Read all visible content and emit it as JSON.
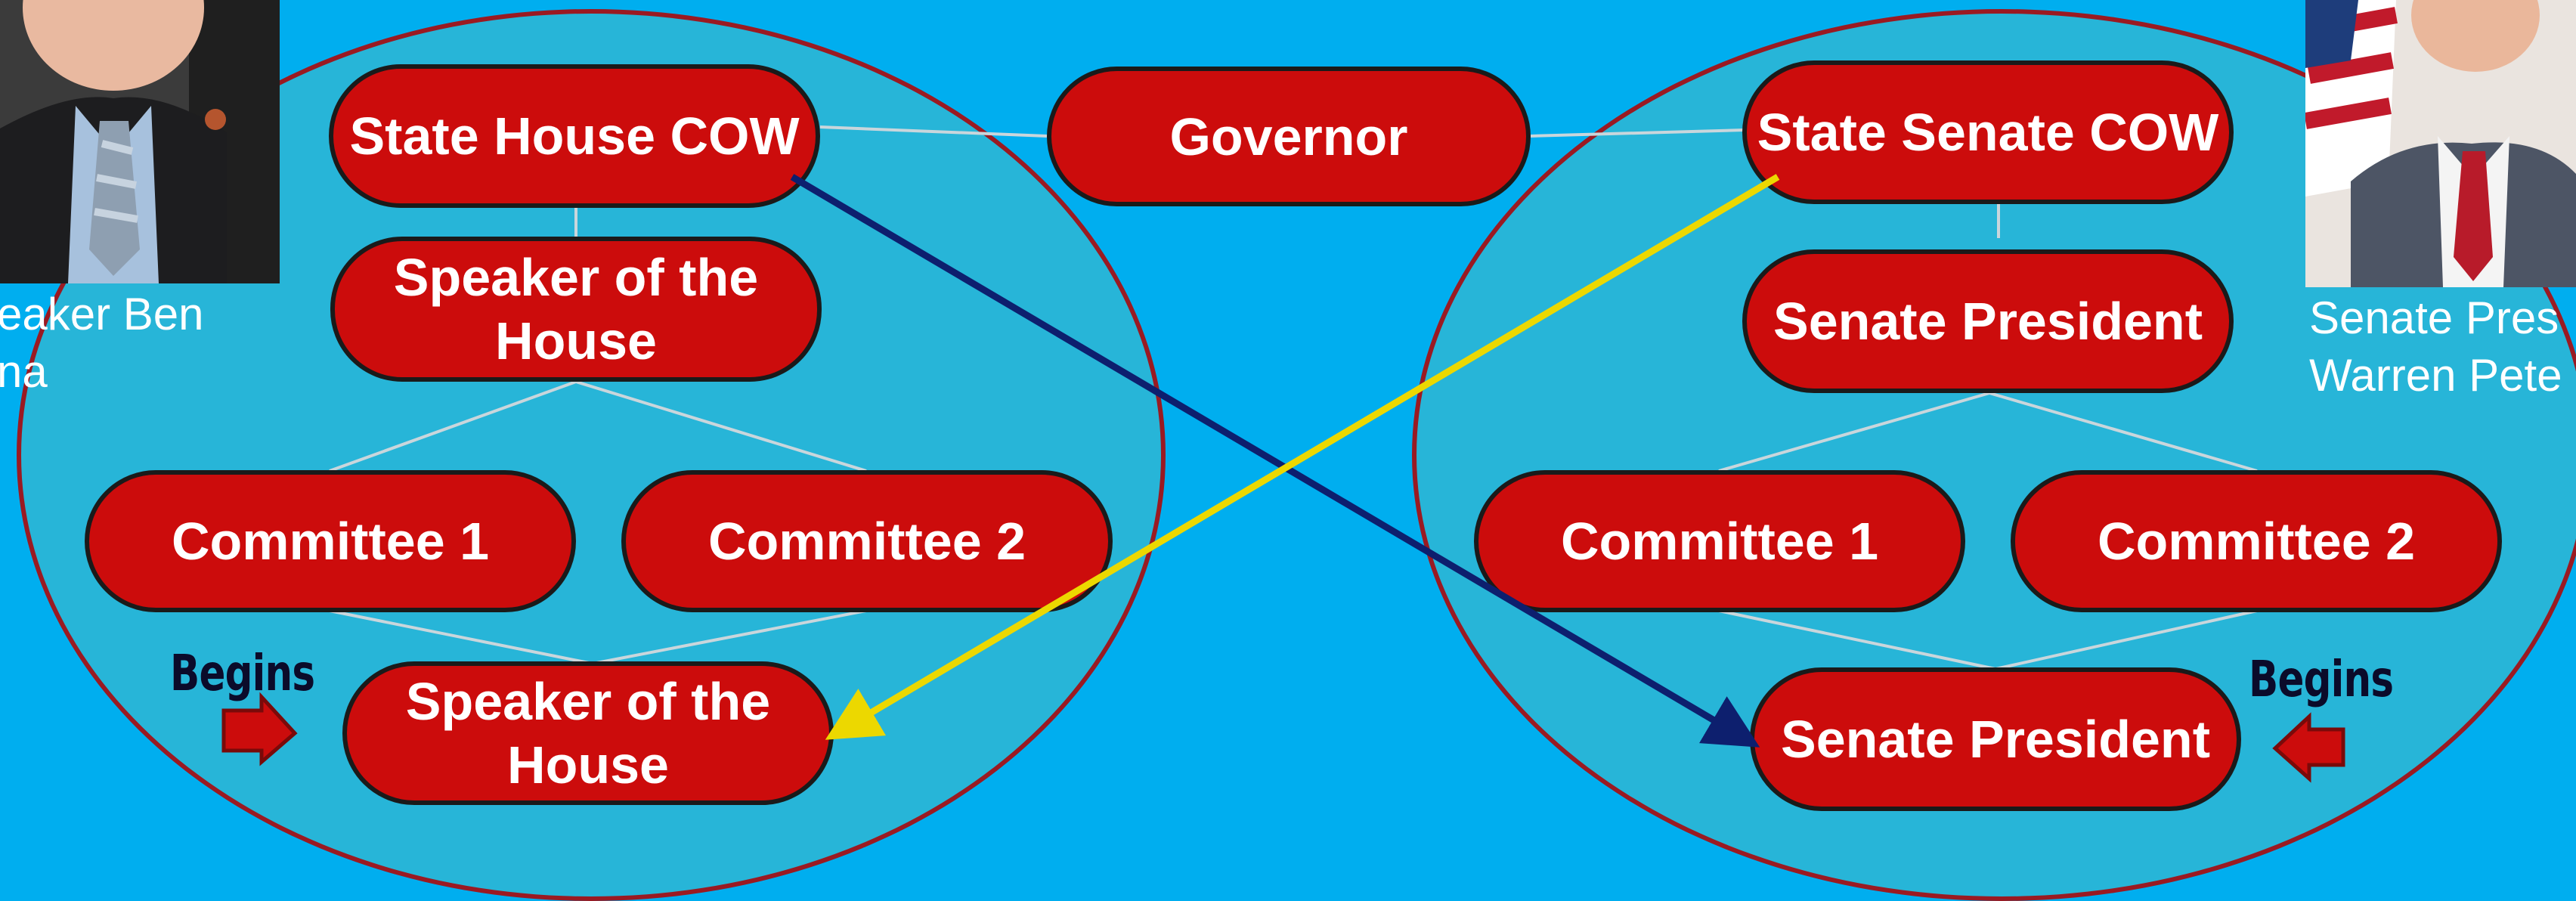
{
  "governor": {
    "label": "Governor"
  },
  "house": {
    "cow": "State House COW",
    "speaker_top": "Speaker of the House",
    "committee_1": "Committee 1",
    "committee_2": "Committee 2",
    "speaker_bottom": "Speaker of the House",
    "begins": "Begins",
    "photo_caption": "eaker Ben\nna"
  },
  "senate": {
    "cow": "State Senate COW",
    "president_top": "Senate President",
    "committee_1": "Committee 1",
    "committee_2": "Committee 2",
    "president_bottom": "Senate President",
    "begins": "Begins",
    "photo_caption": "Senate Pres\nWarren Pete"
  },
  "colors": {
    "background": "#00aeef",
    "oval_fill": "#27b5d8",
    "oval_border": "#9a1a22",
    "node_fill": "#cc0c0c",
    "arrow_house_to_senate": "#0d1f6e",
    "arrow_senate_to_house": "#ecd800",
    "begins_arrow": "#cc0c0c"
  },
  "icons": {
    "house_begins_arrow": "right-arrow-icon",
    "senate_begins_arrow": "left-arrow-icon"
  }
}
